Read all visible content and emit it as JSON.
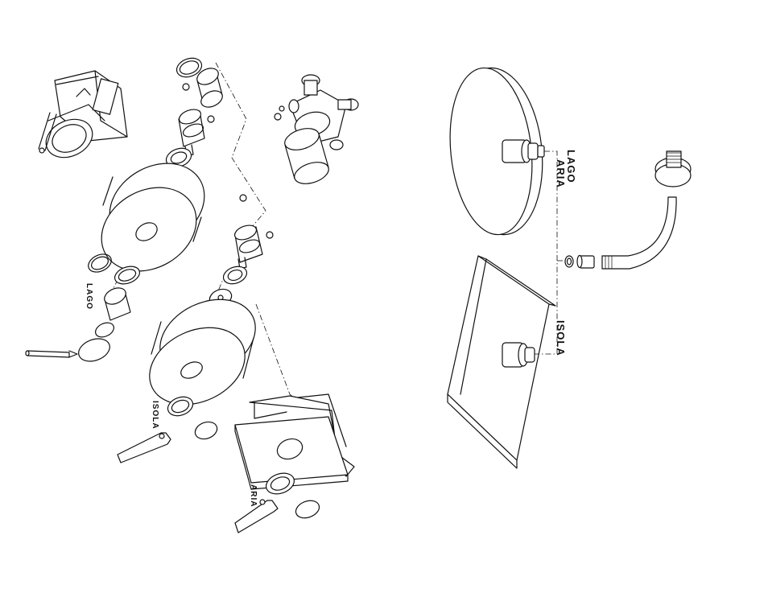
{
  "labels": {
    "left_lago": "LAGO",
    "left_isola": "ISOLA",
    "left_aria": "ARIA",
    "right_lago": "LAGO",
    "right_aria": "ARIA",
    "right_isola": "ISOLA"
  },
  "colors": {
    "line": "#111111",
    "background": "#ffffff"
  }
}
